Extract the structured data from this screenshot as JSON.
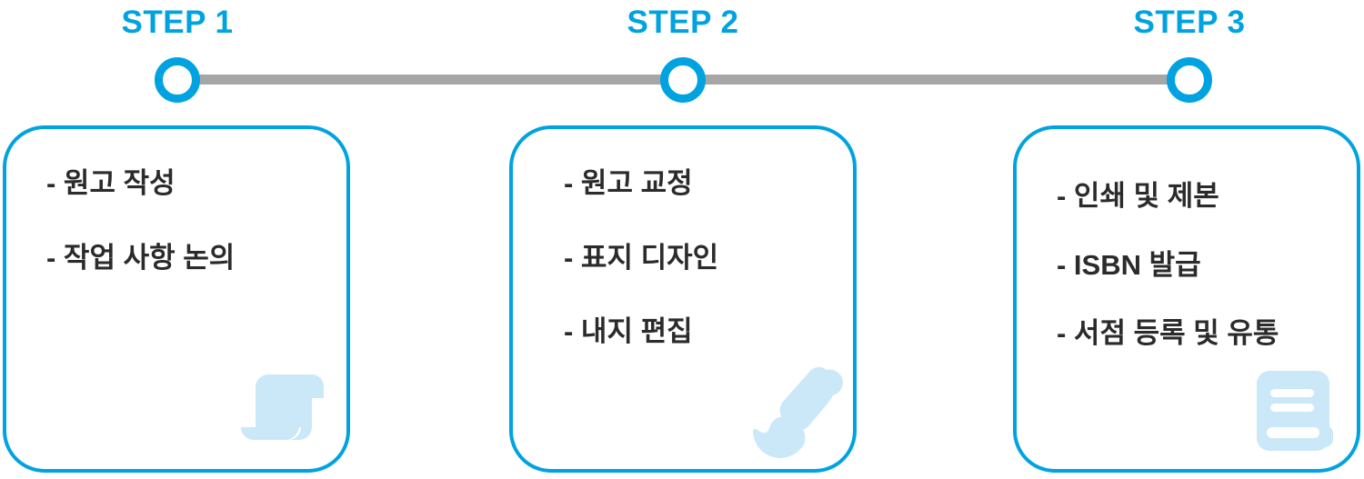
{
  "theme": {
    "accent_color": "#00a3e0",
    "line_color": "#a6a6a6",
    "text_color": "#2b2b2b",
    "icon_color": "#cbe8f8",
    "background_color": "#ffffff"
  },
  "timeline": {
    "nodes": [
      {
        "label": "STEP 1"
      },
      {
        "label": "STEP 2"
      },
      {
        "label": "STEP 3"
      }
    ]
  },
  "steps": [
    {
      "label": "STEP 1",
      "icon": "scroll-icon",
      "items": [
        "- 원고 작성",
        "- 작업 사항 논의"
      ]
    },
    {
      "label": "STEP 2",
      "icon": "paintbrush-icon",
      "items": [
        "- 원고 교정",
        "- 표지 디자인",
        "- 내지 편집"
      ]
    },
    {
      "label": "STEP 3",
      "icon": "book-icon",
      "items": [
        "- 인쇄 및 제본",
        "- ISBN 발급",
        "- 서점 등록 및 유통"
      ]
    }
  ]
}
